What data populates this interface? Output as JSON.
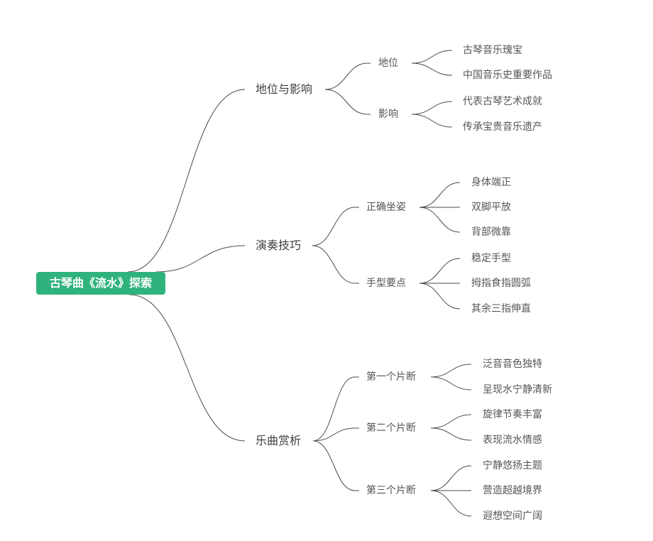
{
  "root": "古琴曲《流水》探索",
  "colors": {
    "root_bg": "#2fb27c",
    "line": "#4a4a4a",
    "text": "#4d4d4d"
  },
  "branches": [
    {
      "label": "地位与影响",
      "children": [
        {
          "label": "地位",
          "leaves": [
            "古琴音乐瑰宝",
            "中国音乐史重要作品"
          ]
        },
        {
          "label": "影响",
          "leaves": [
            "代表古琴艺术成就",
            "传承宝贵音乐遗产"
          ]
        }
      ]
    },
    {
      "label": "演奏技巧",
      "children": [
        {
          "label": "正确坐姿",
          "leaves": [
            "身体端正",
            "双脚平放",
            "背部微靠"
          ]
        },
        {
          "label": "手型要点",
          "leaves": [
            "稳定手型",
            "拇指食指圆弧",
            "其余三指伸直"
          ]
        }
      ]
    },
    {
      "label": "乐曲赏析",
      "children": [
        {
          "label": "第一个片断",
          "leaves": [
            "泛音音色独特",
            "呈现水宁静清新"
          ]
        },
        {
          "label": "第二个片断",
          "leaves": [
            "旋律节奏丰富",
            "表现流水情感"
          ]
        },
        {
          "label": "第三个片断",
          "leaves": [
            "宁静悠扬主题",
            "营造超越境界",
            "遐想空间广阔"
          ]
        }
      ]
    }
  ]
}
